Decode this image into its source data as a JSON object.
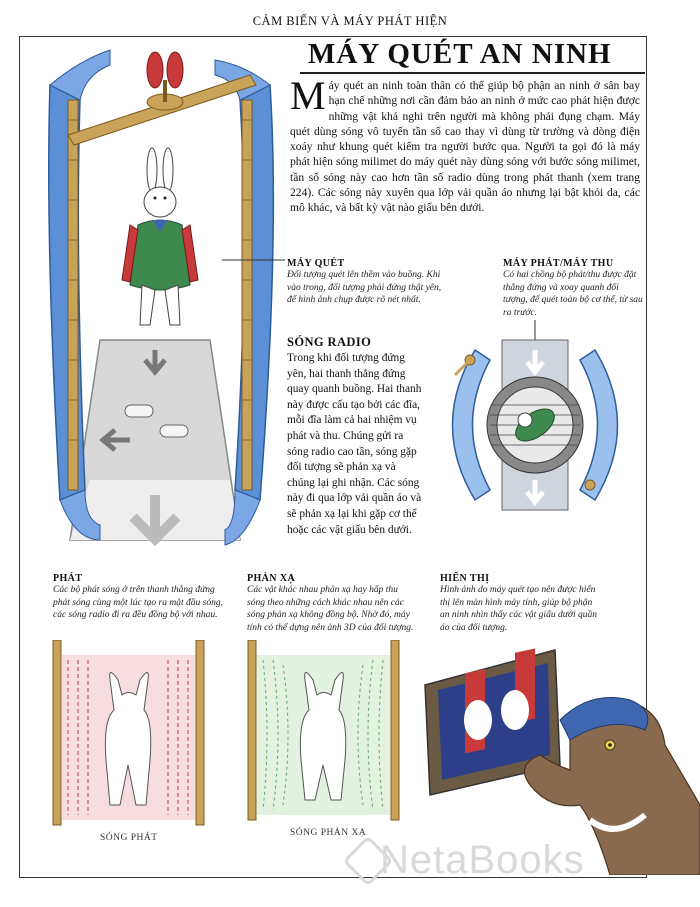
{
  "section_header": "CẢM BIẾN VÀ MÁY PHÁT HIỆN",
  "title": "MÁY QUÉT AN NINH",
  "intro": {
    "dropcap": "M",
    "text": "áy quét an ninh toàn thân có thể giúp bộ phận an ninh ở sân bay hạn chế những nơi cần đảm bảo an ninh ở mức cao phát hiện được những vật khả nghi trên người mà không phải đụng chạm. Máy quét dùng sóng vô tuyến tần số cao thay vì dùng từ trường và dòng điện xoáy như khung quét kiểm tra người bước qua. Người ta gọi đó là máy phát hiện sóng milimet do máy quét này dùng sóng với bước sóng milimet, tần số sóng này cao hơn tần số radio dùng trong phát thanh (xem trang 224). Các sóng này xuyên qua lớp vải quần áo nhưng lại bật khỏi da, các mô khác, và bất kỳ vật nào giấu bên dưới."
  },
  "scanner": {
    "title": "MÁY QUÉT",
    "text": "Đối tượng quét lên thềm vào buồng. Khi vào trong, đối tượng phải đứng thật yên, để hình ảnh chụp được rõ nét nhất."
  },
  "emitter": {
    "title": "MÁY PHÁT/MÁY THU",
    "text": "Có hai chồng bộ phát/thu được đặt thẳng đứng và xoay quanh đối tượng, để quét toàn bộ cơ thể, từ sau ra trước."
  },
  "radio": {
    "title": "SÓNG RADIO",
    "text": "Trong khi đối tượng đứng yên, hai thanh thẳng đứng quay quanh buồng. Hai thanh này được cấu tạo bởi các đĩa, mỗi đĩa làm cả hai nhiệm vụ phát và thu. Chúng gửi ra sóng radio cao tần, sóng gặp đối tượng sẽ phản xạ và chúng lại ghi nhận. Các sóng này đi qua lớp vải quần áo và sẽ phản xạ lại khi gặp cơ thể hoặc các vật giấu bên dưới."
  },
  "emit": {
    "title": "PHÁT",
    "text": "Các bộ phát sóng ở trên thanh thẳng đứng phát sóng cùng một lúc tạo ra mặt đầu sóng, các sóng radio đi ra đều đồng bộ với nhau.",
    "label": "SÓNG PHÁT"
  },
  "reflect": {
    "title": "PHẢN XẠ",
    "text": "Các vật khác nhau phản xạ hay hấp thu sóng theo những cách khác nhau nên các sóng phản xạ không đồng bộ. Nhờ đó, máy tính có thể dựng nên ảnh 3D của đối tượng.",
    "label": "SÓNG PHẢN XẠ"
  },
  "display": {
    "title": "HIỂN THỊ",
    "text": "Hình ảnh do máy quét tạo nên được hiển thị lên màn hình máy tính, giúp bộ phận an ninh nhìn thấy các vật giấu dưới quần áo của đối tượng."
  },
  "watermark": "NetaBooks",
  "colors": {
    "scanner_blue": "#5b8fd6",
    "brass": "#c9a35a",
    "jacket_green": "#3e8a4e",
    "screen_red": "#c83a3a",
    "mammoth_brown": "#8a6a4e",
    "cap_blue": "#3f67b0"
  }
}
